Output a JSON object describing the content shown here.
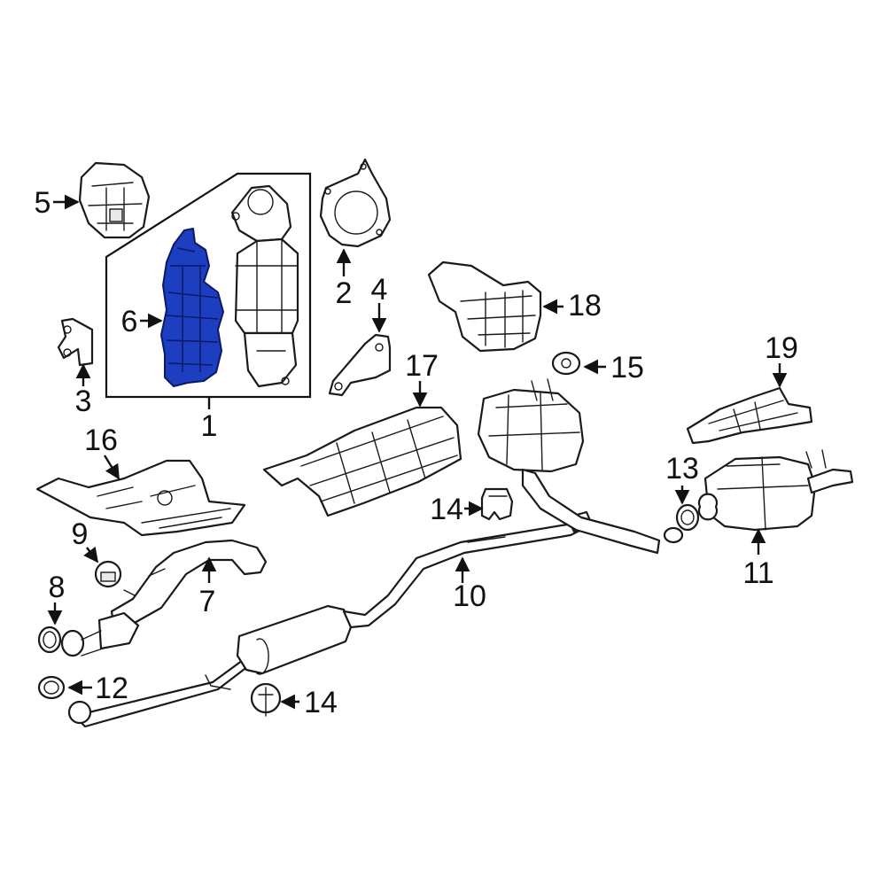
{
  "diagram": {
    "highlight_color": "#1d3fbf",
    "highlighted_part": "6",
    "callouts": {
      "c1": "1",
      "c2": "2",
      "c3": "3",
      "c4": "4",
      "c5": "5",
      "c6": "6",
      "c7": "7",
      "c8": "8",
      "c9": "9",
      "c10": "10",
      "c11": "11",
      "c12": "12",
      "c13": "13",
      "c14a": "14",
      "c14b": "14",
      "c15": "15",
      "c16": "16",
      "c17": "17",
      "c18": "18",
      "c19": "19"
    }
  }
}
